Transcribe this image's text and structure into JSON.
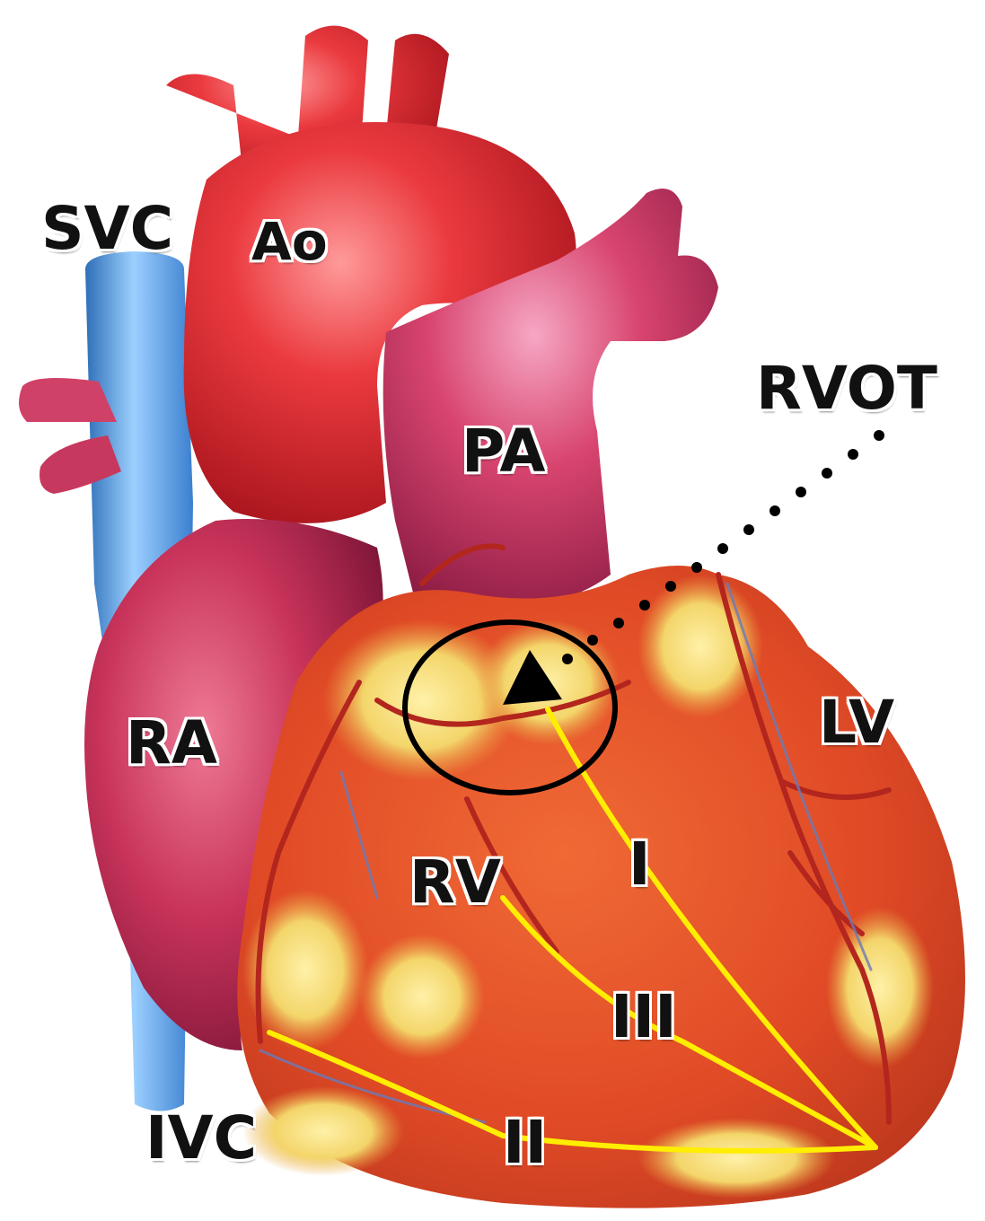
{
  "colors": {
    "background": "#ffffff",
    "aorta": "#e8323a",
    "pulmonary_artery": "#d9436e",
    "right_atrium": "#c9335a",
    "ventricle_base": "#e4572e",
    "ventricle_fat": "#f3d56a",
    "vena_cava": "#4a93d6",
    "conduction_lines": "#ffee00",
    "marker": "#000000"
  },
  "labels": {
    "svc": "SVC",
    "ao": "Ao",
    "pa": "PA",
    "rvot": "RVOT",
    "ra": "RA",
    "lv": "LV",
    "rv": "RV",
    "ivc": "IVC",
    "lead_i": "I",
    "lead_ii": "II",
    "lead_iii": "III"
  },
  "icons": {
    "target_marker": "triangle-pointer-icon",
    "target_region": "circle-outline"
  }
}
